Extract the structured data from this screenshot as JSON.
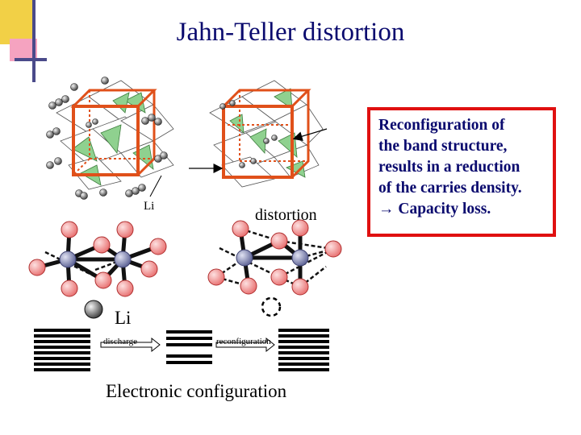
{
  "slide": {
    "title": "Jahn-Teller distortion"
  },
  "info_box": {
    "lines": [
      "Reconfiguration of",
      "the band structure,",
      "results in a reduction",
      "of the carries density."
    ],
    "conclusion_arrow": "→",
    "conclusion": "Capacity loss."
  },
  "diagram": {
    "label_li_small": "Li",
    "label_distortion": "distortion",
    "label_li_large": "Li",
    "label_discharge": "discharge",
    "label_reconfiguration": "reconfiguration",
    "caption": "Electronic configuration"
  },
  "colors": {
    "title": "#0a0a6e",
    "accent_red": "#e01010",
    "cation": "#f28b8b",
    "anion": "#8a8fb5",
    "octahedron_green": "#8fd18f",
    "deco_yellow": "#f2d046",
    "deco_blue": "#4a4a8a"
  }
}
